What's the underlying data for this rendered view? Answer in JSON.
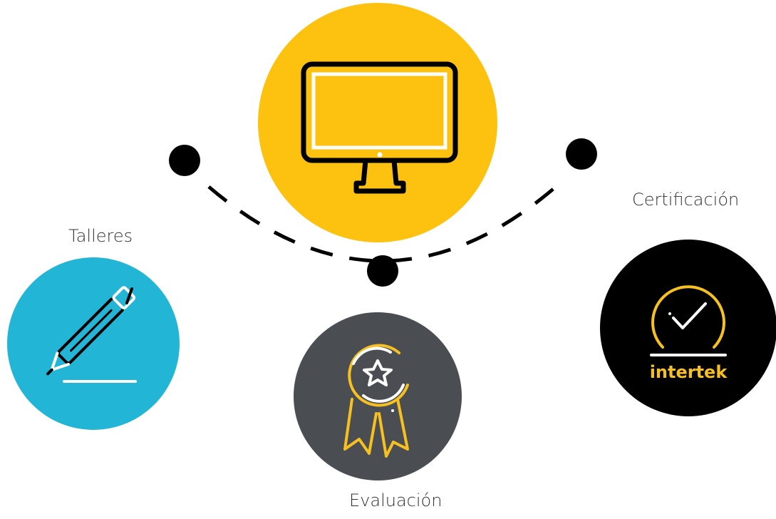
{
  "diagram": {
    "steps": [
      {
        "id": "talleres",
        "label": "Talleres",
        "icon": "pen-icon",
        "color": "#22b5d6"
      },
      {
        "id": "evaluacion",
        "label": "Evaluación",
        "icon": "award-ribbon-icon",
        "color": "#4a4e52"
      },
      {
        "id": "certificacion",
        "label": "Certificación",
        "icon": "intertek-check-icon",
        "color": "#000000"
      }
    ],
    "center": {
      "icon": "monitor-icon",
      "color": "#fdc20f"
    },
    "logo_text": "intertek",
    "accent": "#f7c021",
    "connector": {
      "style": "dashed",
      "color": "#000000"
    }
  }
}
